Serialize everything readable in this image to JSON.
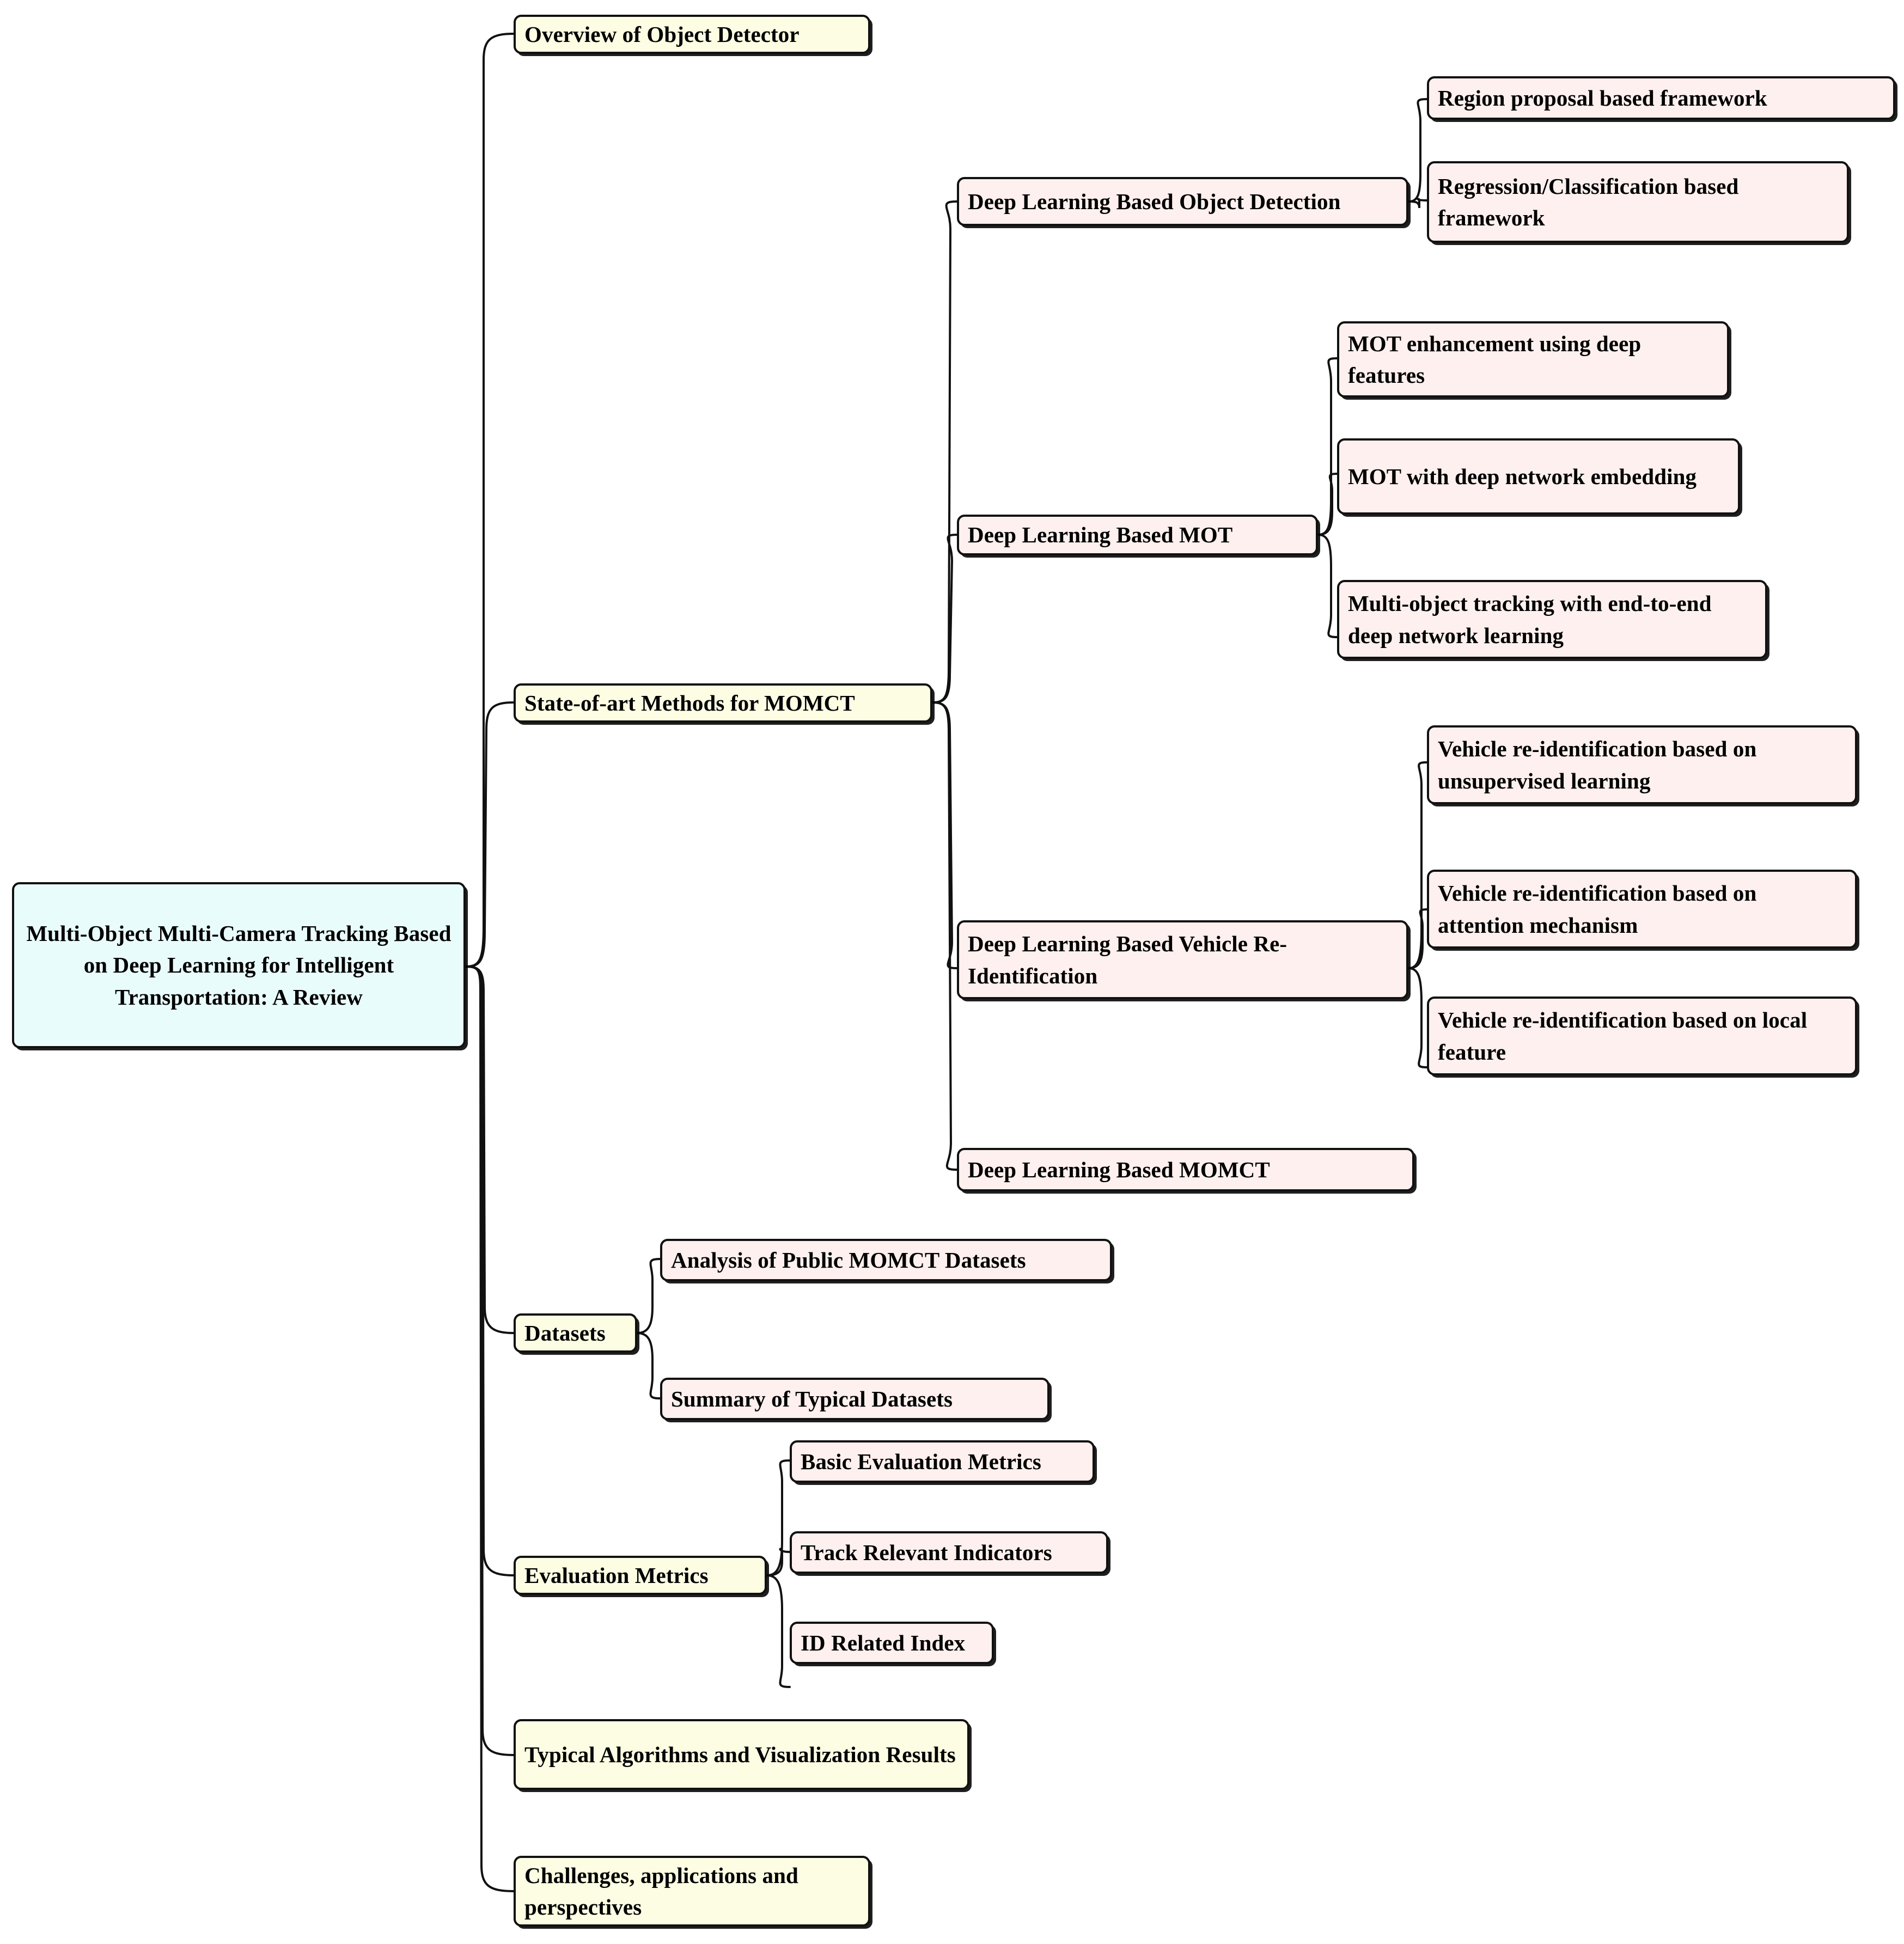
{
  "diagram": {
    "type": "mind-map",
    "orientation": "left-to-right",
    "colors": {
      "root_fill": "#e9fcfc",
      "level1_fill": "#fdfde3",
      "level2_fill": "#fdf0ee",
      "level3_fill": "#fdf0ee",
      "border": "#111111",
      "text": "#000000",
      "background": "#ffffff"
    },
    "root": {
      "label": "Multi-Object Multi-Camera Tracking Based on Deep Learning for Intelligent Transportation: A Review"
    },
    "branches": [
      {
        "id": "overview",
        "label": "Overview of Object Detector",
        "children": []
      },
      {
        "id": "state-of-art",
        "label": "State-of-art Methods for MOMCT",
        "children": [
          {
            "id": "dl-object-detection",
            "label": "Deep Learning Based Object Detection",
            "children": [
              {
                "id": "region-proposal",
                "label": "Region proposal based framework"
              },
              {
                "id": "regression-classification",
                "label": "Regression/Classification based framework"
              }
            ]
          },
          {
            "id": "dl-mot",
            "label": "Deep Learning Based MOT",
            "children": [
              {
                "id": "mot-enhancement",
                "label": "MOT enhancement using deep features"
              },
              {
                "id": "mot-embedding",
                "label": "MOT with deep network embedding"
              },
              {
                "id": "mot-end-to-end",
                "label": "Multi-object tracking with end-to-end deep network learning"
              }
            ]
          },
          {
            "id": "dl-vehicle-reid",
            "label": "Deep Learning Based Vehicle Re-Identification",
            "children": [
              {
                "id": "reid-unsupervised",
                "label": "Vehicle re-identification based on unsupervised learning"
              },
              {
                "id": "reid-attention",
                "label": "Vehicle re-identification based on attention mechanism"
              },
              {
                "id": "reid-local-feature",
                "label": "Vehicle re-identification based on local feature"
              }
            ]
          },
          {
            "id": "dl-momct",
            "label": "Deep Learning Based MOMCT",
            "children": []
          }
        ]
      },
      {
        "id": "datasets",
        "label": "Datasets",
        "children": [
          {
            "id": "analysis-public",
            "label": "Analysis of Public MOMCT Datasets"
          },
          {
            "id": "summary-typical",
            "label": "Summary of Typical Datasets"
          }
        ]
      },
      {
        "id": "evaluation-metrics",
        "label": "Evaluation Metrics",
        "children": [
          {
            "id": "basic-metrics",
            "label": "Basic Evaluation Metrics"
          },
          {
            "id": "track-indicators",
            "label": "Track Relevant Indicators"
          },
          {
            "id": "id-related-index",
            "label": "ID Related Index"
          }
        ]
      },
      {
        "id": "typical-algorithms",
        "label": "Typical Algorithms and Visualization Results",
        "children": []
      },
      {
        "id": "challenges",
        "label": "Challenges, applications and perspectives",
        "children": []
      }
    ]
  }
}
